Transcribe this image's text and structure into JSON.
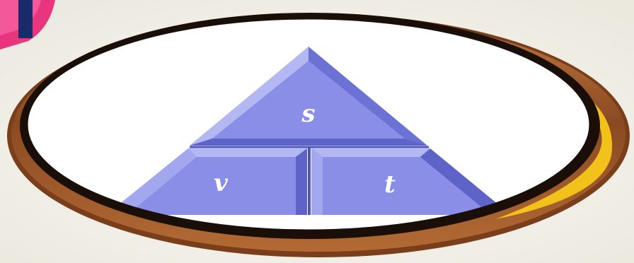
{
  "formula_triangle": {
    "top_label": "s",
    "bottom_left_label": "v",
    "bottom_right_label": "t"
  },
  "colors": {
    "background": "#f5f3ec",
    "frame_brown": "#8a4a22",
    "frame_highlight": "#c0783e",
    "frame_shadow": "#1a0f08",
    "frame_gold_accent": "#f2c21a",
    "oval_fill": "#ffffff",
    "triangle_face": "#8a8ee6",
    "triangle_light": "#b4b8f2",
    "triangle_dark": "#5e63c8",
    "corner_pink": "#e8357e",
    "corner_navy": "#1a2a6b"
  }
}
